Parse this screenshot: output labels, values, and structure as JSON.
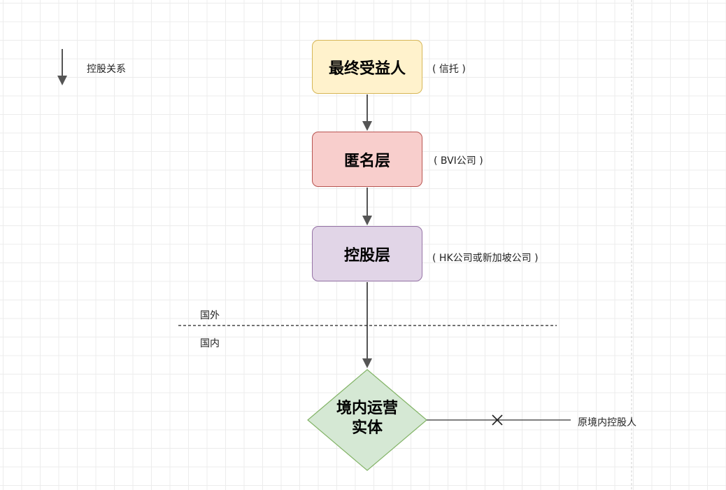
{
  "legend": {
    "label": "控股关系"
  },
  "nodes": {
    "beneficiary": {
      "label": "最终受益人",
      "note": "( 信托 )"
    },
    "anonymous": {
      "label": "匿名层",
      "note": "( BVI公司 )"
    },
    "holding": {
      "label": "控股层",
      "note": "( HK公司或新加坡公司 )"
    },
    "domestic_entity": {
      "label_line1": "境内运营",
      "label_line2": "实体"
    }
  },
  "boundary": {
    "above_label": "国外",
    "below_label": "国内"
  },
  "original_holder": {
    "label": "原境内控股人"
  },
  "colors": {
    "beneficiary_fill": "#fff2cc",
    "beneficiary_stroke": "#d6b656",
    "anonymous_fill": "#f8cecc",
    "anonymous_stroke": "#b85450",
    "holding_fill": "#e1d5e7",
    "holding_stroke": "#9673a6",
    "entity_fill": "#d5e8d4",
    "entity_stroke": "#82b366",
    "arrow": "#555555"
  }
}
